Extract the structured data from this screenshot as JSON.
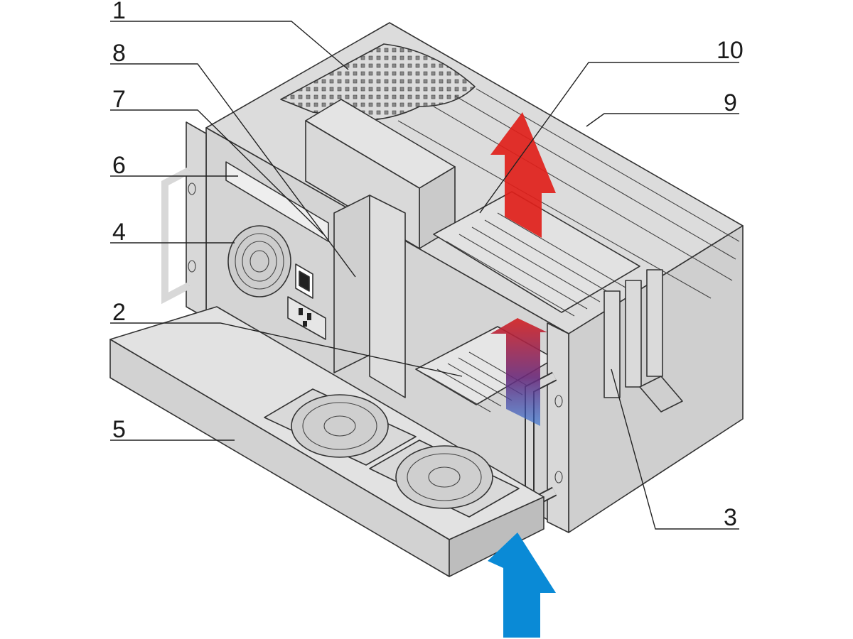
{
  "callouts": [
    {
      "id": "1",
      "text": "1"
    },
    {
      "id": "8",
      "text": "8"
    },
    {
      "id": "7",
      "text": "7"
    },
    {
      "id": "6",
      "text": "6"
    },
    {
      "id": "4",
      "text": "4"
    },
    {
      "id": "2",
      "text": "2"
    },
    {
      "id": "5",
      "text": "5"
    },
    {
      "id": "10",
      "text": "10"
    },
    {
      "id": "9",
      "text": "9"
    },
    {
      "id": "3",
      "text": "3"
    }
  ],
  "colors": {
    "housing": "#d6d6d6",
    "housing_dark": "#c4c4c4",
    "housing_light": "#e6e6e6",
    "hot_air": "#e0201a",
    "cool_air": "#0a8ad6",
    "mixed_air": "#8a1f5a"
  },
  "icons": [
    "fan-icon",
    "power-switch-icon",
    "power-socket-icon",
    "airflow-arrow-icon"
  ]
}
